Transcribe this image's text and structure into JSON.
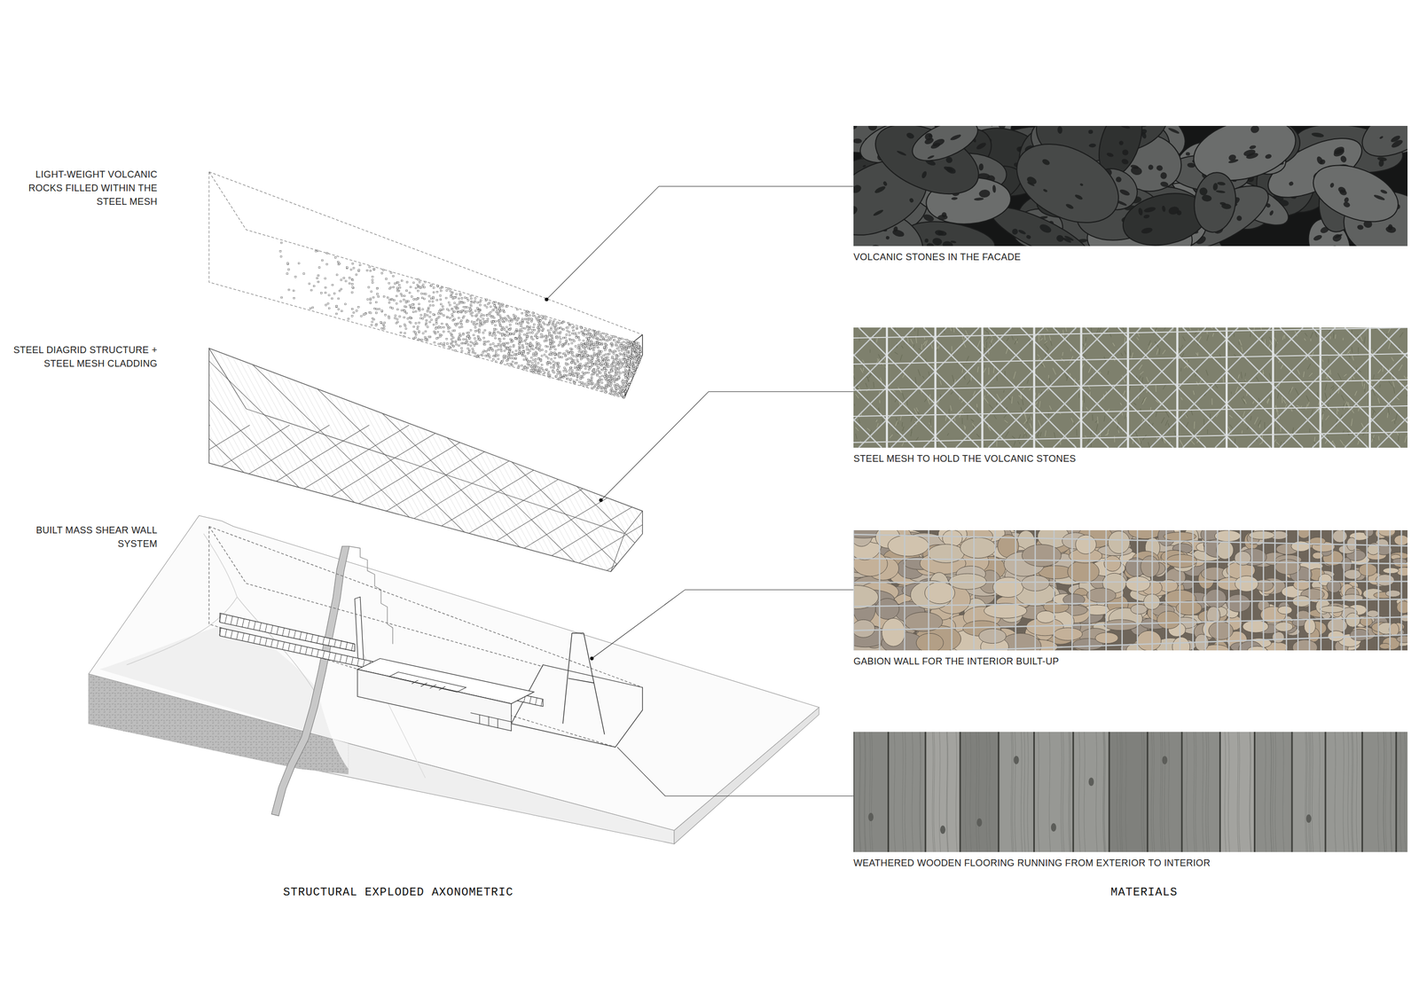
{
  "diagram": {
    "nodes": [
      {
        "text": [
          "VOLCANIC STONES IN THE FACADE"
        ]
      },
      {
        "text": [
          "STEEL MESH TO HOLD THE VOLCANIC STONES"
        ]
      },
      {
        "text": [
          "GABION WALL FOR THE INTERIOR BUILT-UP"
        ]
      },
      {
        "text": [
          "WEATHERED WOODEN FLOORING RUNNING FROM EXTERIOR TO INTERIOR"
        ]
      }
    ],
    "labels": [
      "LIGHT-WEIGHT VOLCANIC ROCKS FILLED WITHIN THE STEEL MESH",
      "STEEL DIAGRID STRUCTURE + STEEL MESH CLADDING",
      "BUILT MASS SHEAR WALL SYSTEM",
      "STRUCTURAL EXPLODED AXONOMETRIC",
      "MATERIALS"
    ]
  }
}
